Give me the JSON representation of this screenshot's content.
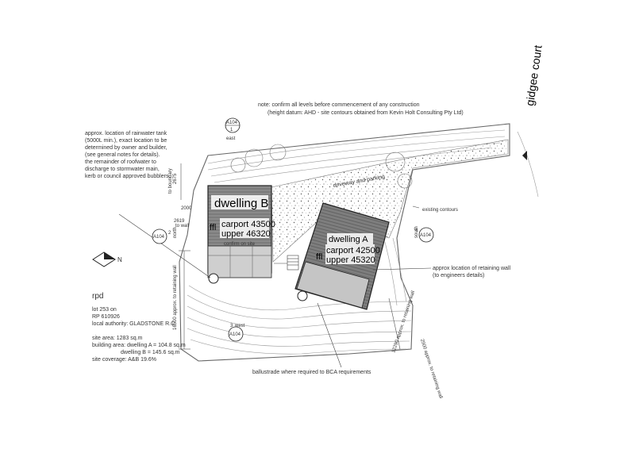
{
  "notes": {
    "line1": "note: confirm all levels before commencement of any construction",
    "line2": "(height datum: AHD - site contours obtained from Kevin Holt Consulting Pty Ltd)"
  },
  "street": "gidgee court",
  "tank_note": [
    "approx. location of rainwater tank",
    "(5000L min.), exact location to be",
    "determined by owner and builder,",
    "(see general notes for details).",
    "the remainder of roofwater to",
    "discharge to stormwater main,",
    "kerb or council approved bubblers."
  ],
  "retaining_note": [
    "approx location of retaining wall",
    "(to engineers details)"
  ],
  "balustrade_note": "ballustrade where required to BCA requirements",
  "existing_contours": "existing contours",
  "driveway": "driveway and parking",
  "dwelling_b": {
    "name": "dwelling B",
    "ffl": "ffl",
    "carport": "carport 43500",
    "upper": "upper 46320",
    "confirm": "confirm on site"
  },
  "dwelling_a": {
    "name": "dwelling A",
    "ffl": "ffl",
    "carport": "carport 42500",
    "upper": "upper 45320"
  },
  "section_markers": {
    "east": {
      "ref": "A104",
      "num": "1",
      "dir": "east"
    },
    "north": {
      "ref": "A104",
      "num": "2",
      "dir": "north"
    },
    "south": {
      "ref": "A104",
      "num": "4",
      "dir": "south"
    },
    "west": {
      "ref": "A104",
      "num": "3",
      "dir": "west"
    }
  },
  "north_arrow_label": "N",
  "dims": {
    "d2000": "2000",
    "d2619": "2619",
    "to_wall": "to wall",
    "left_vertical": "16500 approx. to retaining wall",
    "right_vertical": "12290 approx. to retaining wall",
    "lower_right": "2900 approx. to retaining wall",
    "top_left_a": "2675",
    "top_left_b": "to boundary"
  },
  "rpd": {
    "title": "rpd",
    "lot": "lot 253 on",
    "rp": "RP 610926",
    "authority": "local authority: GLADSTONE R.C.",
    "site_area": "site area: 1283 sq.m",
    "building_area": "building area: dwelling A = 104.8 sq.m",
    "building_area_b": "dwelling B = 145.6 sq.m",
    "coverage": "site coverage: A&B 19.6%"
  }
}
